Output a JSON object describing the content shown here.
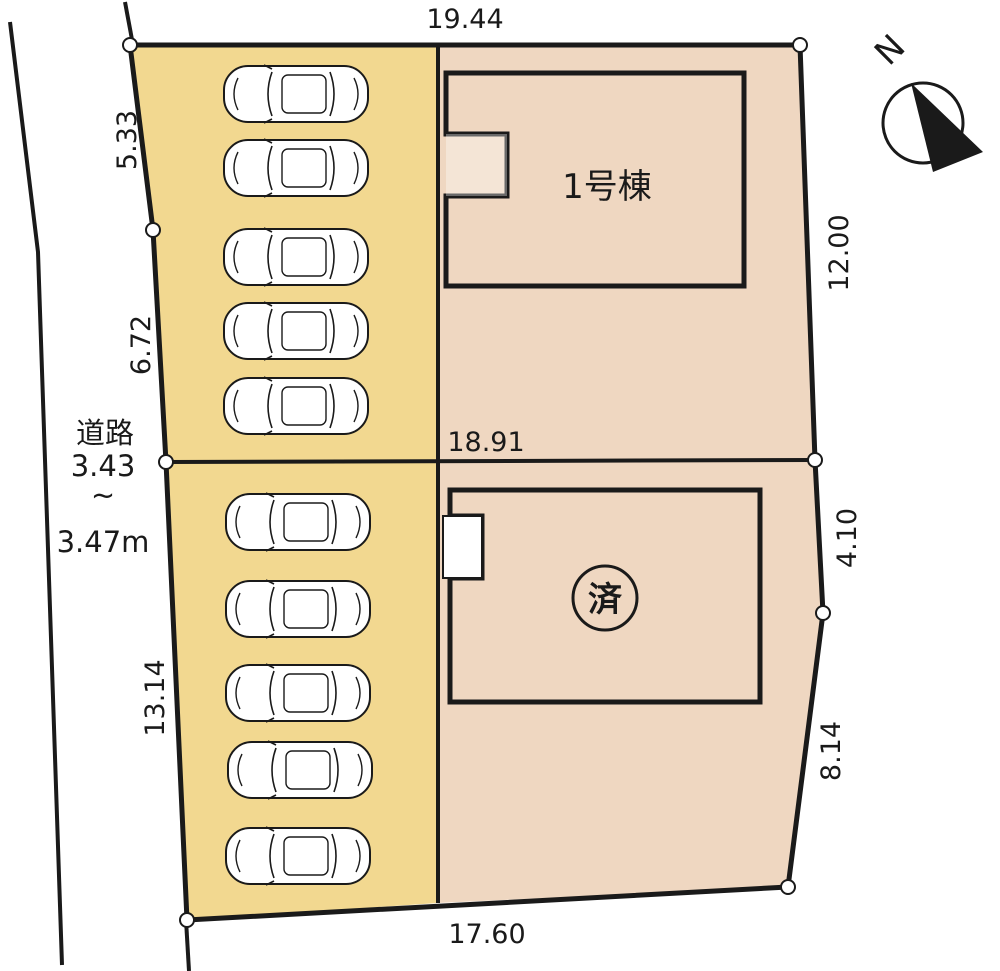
{
  "dimensions": {
    "top": "19.44",
    "middle": "18.91",
    "bottom": "17.60",
    "left_upper": "5.33",
    "left_middle": "6.72",
    "left_lower": "13.14",
    "right_upper": "12.00",
    "right_middle": "4.10",
    "right_lower": "8.14"
  },
  "road": {
    "label": "道路",
    "width_min": "3.43",
    "tilde": "~",
    "width_max": "3.47m"
  },
  "lots": {
    "building1_label": "1号棟",
    "sold_mark": "済"
  },
  "compass": {
    "north_label": "N"
  },
  "parking": {
    "upper_count": 5,
    "lower_count": 5
  },
  "colors": {
    "lot_fill": "#efd7c1",
    "parking_fill": "#f2d890",
    "outline": "#1a1a1a",
    "road_line": "#1a1a1a"
  }
}
